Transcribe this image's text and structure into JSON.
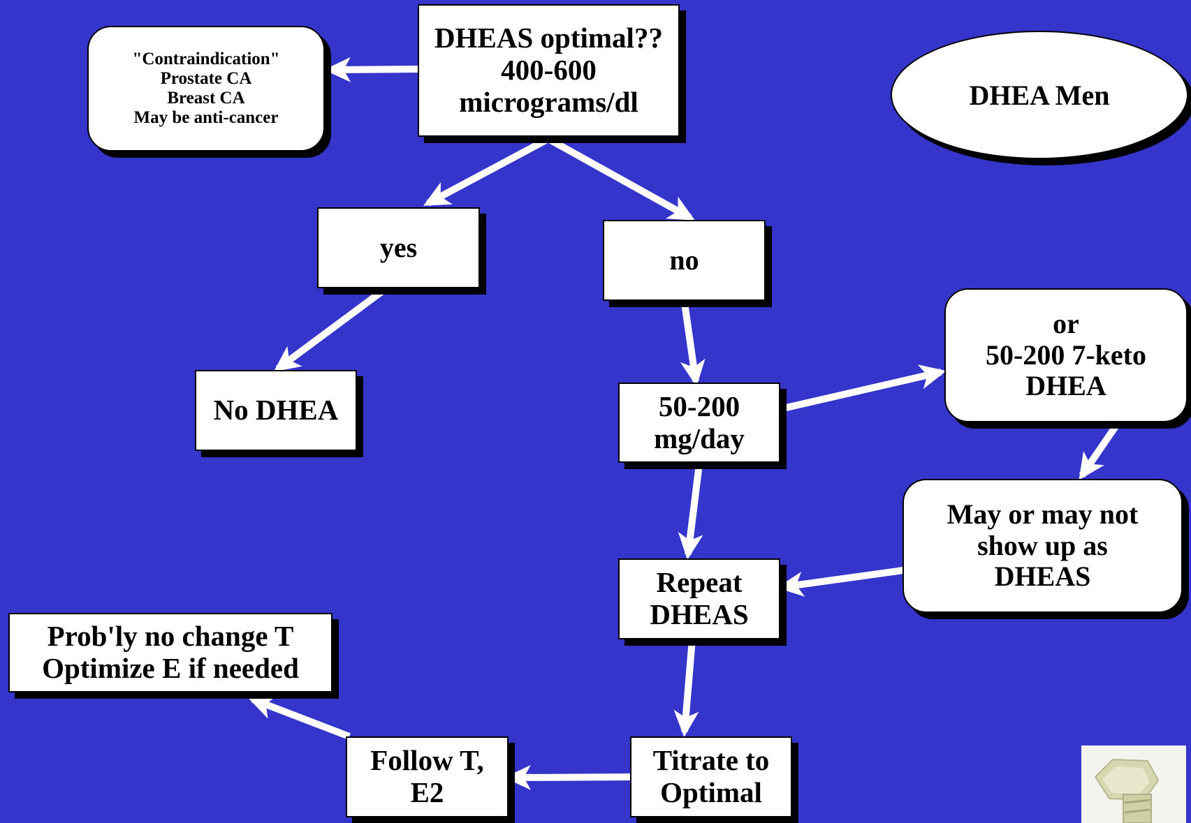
{
  "title": "DHEA Men",
  "nodes": {
    "start": [
      "DHEAS optimal??",
      "400-600",
      "micrograms/dl"
    ],
    "contraindication": [
      "\"Contraindication\"",
      "Prostate CA",
      "Breast CA",
      "May be anti-cancer"
    ],
    "yes": [
      "yes"
    ],
    "no": [
      "no"
    ],
    "no_dhea": [
      "No DHEA"
    ],
    "dose": [
      "50-200",
      "mg/day"
    ],
    "keto": [
      "or",
      "50-200 7-keto",
      "DHEA"
    ],
    "may_or_may_not": [
      "May or may not",
      "show up as",
      "DHEAS"
    ],
    "repeat": [
      "Repeat",
      "DHEAS"
    ],
    "titrate": [
      "Titrate to",
      "Optimal"
    ],
    "follow": [
      "Follow T,",
      "E2"
    ],
    "probably": [
      "Prob'ly no change T",
      "Optimize E if needed"
    ]
  },
  "edges": [
    [
      "start",
      "contraindication"
    ],
    [
      "start",
      "yes"
    ],
    [
      "start",
      "no"
    ],
    [
      "yes",
      "no_dhea"
    ],
    [
      "no",
      "dose"
    ],
    [
      "dose",
      "keto"
    ],
    [
      "keto",
      "may_or_may_not"
    ],
    [
      "may_or_may_not",
      "repeat"
    ],
    [
      "dose",
      "repeat"
    ],
    [
      "repeat",
      "titrate"
    ],
    [
      "titrate",
      "follow"
    ],
    [
      "follow",
      "probably"
    ]
  ],
  "colors": {
    "background": "#3535cc",
    "node": "#ffffff",
    "arrow": "#ffffff"
  },
  "decoration": "bolt-image"
}
